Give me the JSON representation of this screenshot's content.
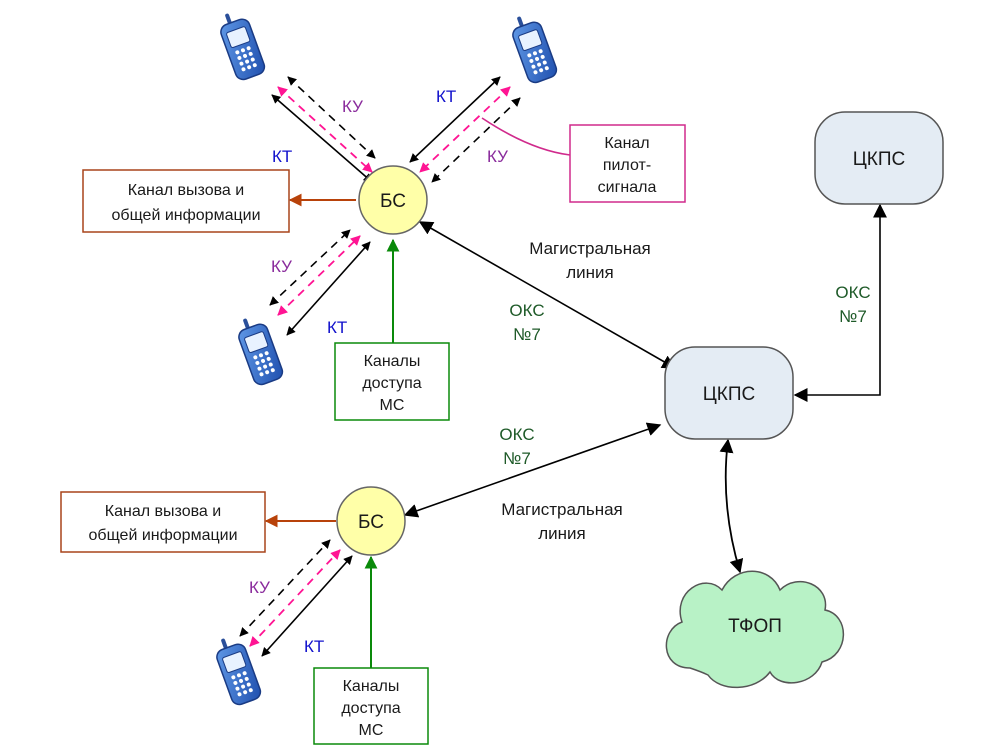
{
  "colors": {
    "bs_fill": "#ffffa8",
    "msc_fill": "#e4ecf4",
    "pstn_fill": "#b8f2c6",
    "kt_line": "#000000",
    "ku_line": "#ff1493",
    "access_green": "#0a8a0a",
    "broadcast_arrow": "#b8420a",
    "pilot_box_border": "#d02a8c",
    "broadcast_box_border": "#a8441a",
    "access_box_border": "#0a8a0a"
  },
  "nodes": {
    "bs_top": "БС",
    "bs_bottom": "БС",
    "msc_top": "ЦКПС",
    "msc_main": "ЦКПС",
    "pstn": "ТФОП"
  },
  "boxes": {
    "broadcast_top": [
      "Канал вызова и",
      "общей информации"
    ],
    "broadcast_bottom": [
      "Канал вызова и",
      "общей информации"
    ],
    "pilot": [
      "Канал",
      "пилот-",
      "сигнала"
    ],
    "access_top": [
      "Каналы",
      "доступа",
      "МС"
    ],
    "access_bottom": [
      "Каналы",
      "доступа",
      "МС"
    ]
  },
  "labels": {
    "kt_upper_left": "КТ",
    "ku_upper_left": "КУ",
    "kt_upper_right": "КТ",
    "ku_upper_right": "КУ",
    "ku_lower_left": "КУ",
    "kt_lower_left": "КТ",
    "ku_bottom": "КУ",
    "kt_bottom": "КТ",
    "trunk_top": [
      "Магистральная",
      "линия"
    ],
    "oks_top": [
      "ОКС",
      "№7"
    ],
    "oks_right": [
      "ОКС",
      "№7"
    ],
    "oks_bottom": [
      "ОКС",
      "№7"
    ],
    "trunk_bottom": [
      "Магистральная",
      "линия"
    ]
  },
  "icons": {
    "phone": "mobile-phone-icon",
    "cloud": "cloud-icon"
  }
}
